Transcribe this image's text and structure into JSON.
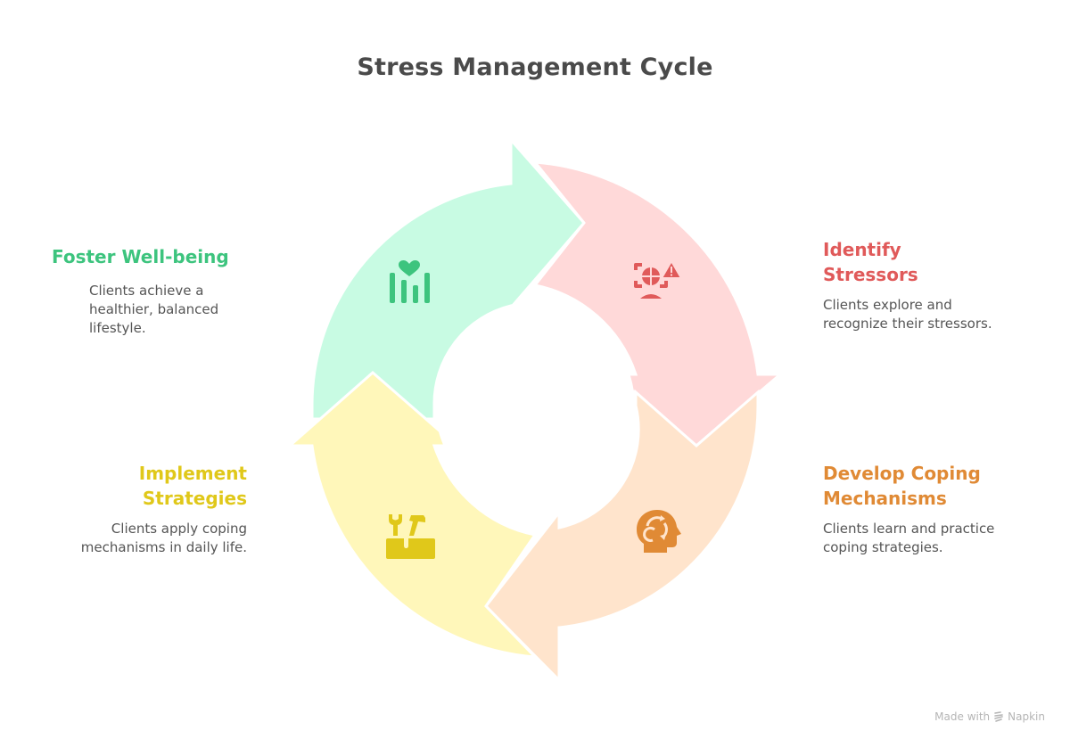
{
  "title": "Stress Management Cycle",
  "steps": [
    {
      "id": "identify",
      "heading_line1": "Identify",
      "heading_line2": "Stressors",
      "description_line1": "Clients explore and",
      "description_line2": "recognize their stressors.",
      "icon": "focus-globe-warning-icon",
      "color": "#E05A5A",
      "fill": "#FFD9D9"
    },
    {
      "id": "develop",
      "heading_line1": "Develop Coping",
      "heading_line2": "Mechanisms",
      "description_line1": "Clients learn and practice",
      "description_line2": "coping strategies.",
      "icon": "head-cycle-icon",
      "color": "#E08A35",
      "fill": "#FFE4CC"
    },
    {
      "id": "implement",
      "heading_line1": "Implement",
      "heading_line2": "Strategies",
      "description_line1": "Clients apply coping",
      "description_line2": "mechanisms in daily life.",
      "icon": "toolbox-icon",
      "color": "#E0C81A",
      "fill": "#FFF7BA"
    },
    {
      "id": "foster",
      "heading_line1": "Foster Well-being",
      "description_line1": "Clients achieve a",
      "description_line2": "healthier, balanced",
      "description_line3": "lifestyle.",
      "icon": "heart-chart-icon",
      "color": "#3DC47E",
      "fill": "#C8FBE3"
    }
  ],
  "footer": {
    "text": "Made with",
    "brand": "Napkin"
  }
}
